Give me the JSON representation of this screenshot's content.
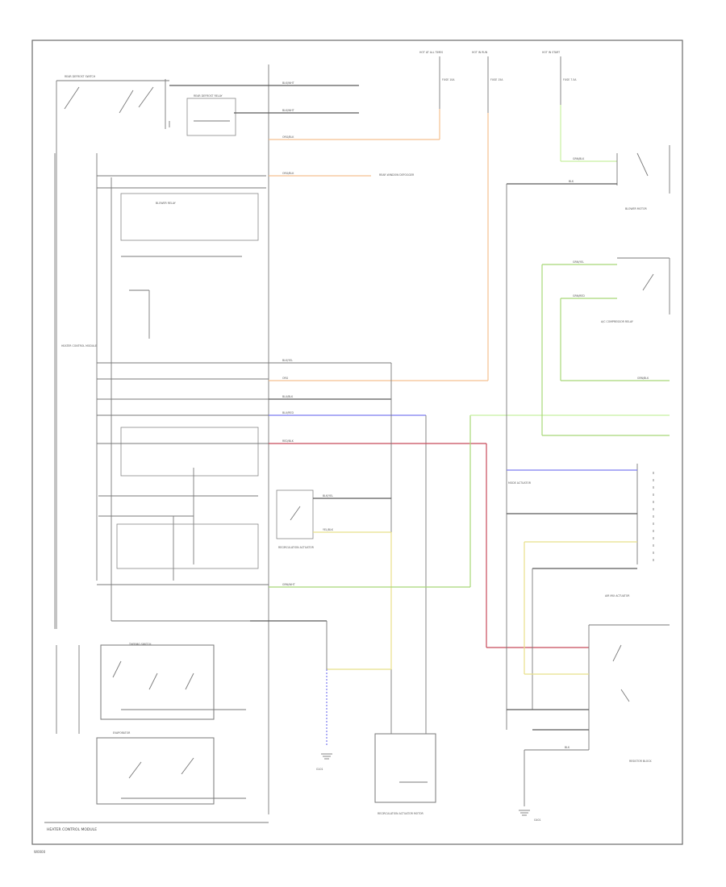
{
  "diagram": {
    "title": "HEATER CONTROL MODULE",
    "corner_code": "W0000",
    "colors": {
      "frame": "#6a6a6a",
      "wire_black": "#5a5a5a",
      "wire_orange": "#f5c090",
      "wire_green": "#a8d878",
      "wire_blue": "#7c7cf0",
      "wire_red": "#c84a5a",
      "wire_yellow": "#e8e08a",
      "wire_lightgreen": "#c8f0a0"
    },
    "components": [
      {
        "id": "rear-defrost-switch",
        "label": "REAR DEFROST SWITCH"
      },
      {
        "id": "rear-defrost-relay",
        "label": "REAR DEFROST RELAY"
      },
      {
        "id": "hot-at-all-times-1",
        "label": "HOT AT ALL TIMES"
      },
      {
        "id": "hot-in-run",
        "label": "HOT IN RUN"
      },
      {
        "id": "hot-in-start",
        "label": "HOT IN START"
      },
      {
        "id": "fuse-1",
        "label": "FUSE 10A"
      },
      {
        "id": "fuse-2",
        "label": "FUSE 15A"
      },
      {
        "id": "fuse-3",
        "label": "FUSE 7.5A"
      },
      {
        "id": "blower-relay",
        "label": "BLOWER RELAY"
      },
      {
        "id": "recirc-actuator-sw",
        "label": "RECIRCULATION ACTUATOR"
      },
      {
        "id": "heater-control-module",
        "label": "HEATER CONTROL MODULE"
      },
      {
        "id": "ac-compressor-relay",
        "label": "A/C COMPRESSOR RELAY"
      },
      {
        "id": "air-mix-actuator",
        "label": "AIR MIX ACTUATOR"
      },
      {
        "id": "mode-actuator",
        "label": "MODE ACTUATOR"
      },
      {
        "id": "blower-motor",
        "label": "BLOWER MOTOR"
      },
      {
        "id": "resistor-block",
        "label": "RESISTOR BLOCK"
      },
      {
        "id": "ground-1",
        "label": "G101"
      },
      {
        "id": "ground-2",
        "label": "G401"
      },
      {
        "id": "recirc-actuator-motor",
        "label": "RECIRCULATION ACTUATOR MOTOR"
      },
      {
        "id": "thermo-switch",
        "label": "THERMO SWITCH"
      },
      {
        "id": "evaporator",
        "label": "EVAPORATOR"
      },
      {
        "id": "rear-window-defogger",
        "label": "REAR WINDOW DEFOGGER"
      }
    ],
    "wires": [
      {
        "id": "w-blk-1",
        "label": "BLK/WHT"
      },
      {
        "id": "w-blk-2",
        "label": "BLK/WHT"
      },
      {
        "id": "w-org-1",
        "label": "ORG/BLK"
      },
      {
        "id": "w-org-2",
        "label": "ORG/BLK"
      },
      {
        "id": "w-blk-3",
        "label": "BLK/YEL"
      },
      {
        "id": "w-org-3",
        "label": "ORG"
      },
      {
        "id": "w-blk-4",
        "label": "BLU/BLK"
      },
      {
        "id": "w-blu-1",
        "label": "BLU/RED"
      },
      {
        "id": "w-red-1",
        "label": "RED/BLK"
      },
      {
        "id": "w-blk-5",
        "label": "BLK/YEL"
      },
      {
        "id": "w-yel-1",
        "label": "YEL/BLK"
      },
      {
        "id": "w-grn-1",
        "label": "GRN/WHT"
      },
      {
        "id": "w-grn-2",
        "label": "GRN/BLK"
      },
      {
        "id": "w-grn-3",
        "label": "GRN/YEL"
      },
      {
        "id": "w-grn-4",
        "label": "GRN/RED"
      },
      {
        "id": "w-grn-5",
        "label": "GRN/BLK"
      },
      {
        "id": "w-blk-6",
        "label": "BLK"
      },
      {
        "id": "w-blk-7",
        "label": "BLK"
      }
    ]
  }
}
